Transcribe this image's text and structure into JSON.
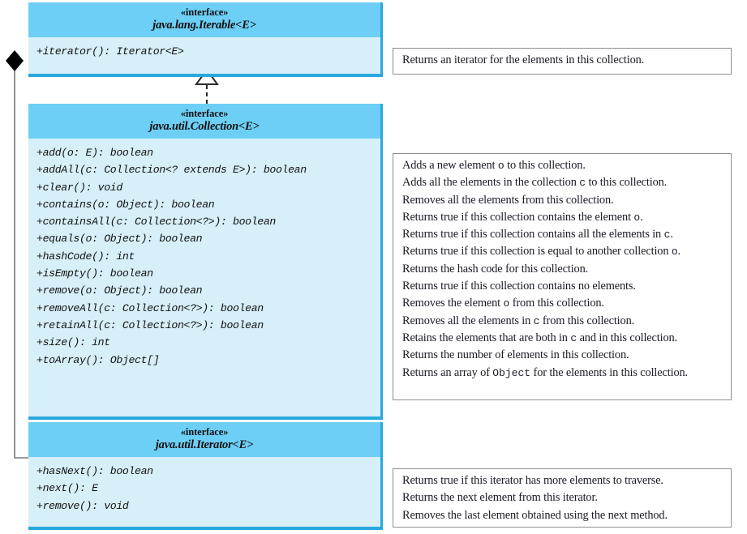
{
  "diagram": {
    "title": "Java Collection Framework UML",
    "colors": {
      "header_fill": "#6DCFF6",
      "body_fill": "#D6EFF9",
      "box_edge": "#29A8DD",
      "desc_border": "#8E8E8E",
      "connector": "#7A7A7A",
      "diamond": "#000000"
    }
  },
  "boxes": [
    {
      "id": "iterable",
      "stereotype": "«interface»",
      "classname": "java.lang.Iterable<E>",
      "members": [
        "+iterator(): Iterator<E>"
      ]
    },
    {
      "id": "collection",
      "stereotype": "«interface»",
      "classname": "java.util.Collection<E>",
      "members": [
        "+add(o: E): boolean",
        "+addAll(c: Collection<? extends E>): boolean",
        "+clear(): void",
        "+contains(o: Object): boolean",
        "+containsAll(c: Collection<?>): boolean",
        "+equals(o: Object): boolean",
        "+hashCode(): int",
        "+isEmpty(): boolean",
        "+remove(o: Object): boolean",
        "+removeAll(c: Collection<?>): boolean",
        "+retainAll(c: Collection<?>): boolean",
        "+size(): int",
        "+toArray(): Object[]"
      ]
    },
    {
      "id": "iterator",
      "stereotype": "«interface»",
      "classname": "java.util.Iterator<E>",
      "members": [
        "+hasNext(): boolean",
        "+next(): E",
        "+remove(): void"
      ]
    }
  ],
  "descriptions": [
    {
      "id": "iterable-desc",
      "lines": [
        [
          {
            "t": "Returns an iterator for the elements in this collection."
          }
        ]
      ]
    },
    {
      "id": "collection-desc",
      "lines": [
        [
          {
            "t": "Adds a new element "
          },
          {
            "t": "o",
            "code": true
          },
          {
            "t": " to this collection."
          }
        ],
        [
          {
            "t": "Adds all the elements in the collection "
          },
          {
            "t": "c",
            "code": true
          },
          {
            "t": " to this collection."
          }
        ],
        [
          {
            "t": "Removes all the elements from this collection."
          }
        ],
        [
          {
            "t": "Returns true if this collection contains the element "
          },
          {
            "t": "o",
            "code": true
          },
          {
            "t": "."
          }
        ],
        [
          {
            "t": "Returns true if this collection contains all the elements in "
          },
          {
            "t": "c",
            "code": true
          },
          {
            "t": "."
          }
        ],
        [
          {
            "t": "Returns true if this collection is equal to another collection "
          },
          {
            "t": "o",
            "code": true
          },
          {
            "t": "."
          }
        ],
        [
          {
            "t": "Returns the hash code for this collection."
          }
        ],
        [
          {
            "t": "Returns true if this collection contains no elements."
          }
        ],
        [
          {
            "t": "Removes the element "
          },
          {
            "t": "o",
            "code": true
          },
          {
            "t": " from this collection."
          }
        ],
        [
          {
            "t": "Removes all the elements in "
          },
          {
            "t": "c",
            "code": true
          },
          {
            "t": " from this collection."
          }
        ],
        [
          {
            "t": "Retains the elements that are both in "
          },
          {
            "t": "c",
            "code": true
          },
          {
            "t": " and in this collection."
          }
        ],
        [
          {
            "t": "Returns the number of elements in this collection."
          }
        ],
        [
          {
            "t": "Returns an array of "
          },
          {
            "t": "Object",
            "code": true
          },
          {
            "t": " for the elements in this collection."
          }
        ]
      ]
    },
    {
      "id": "iterator-desc",
      "lines": [
        [
          {
            "t": "Returns true if this iterator has more elements to traverse."
          }
        ],
        [
          {
            "t": "Returns the next element from this iterator."
          }
        ],
        [
          {
            "t": "Removes the last element obtained using the next method."
          }
        ]
      ]
    }
  ],
  "relationships": [
    {
      "id": "composition",
      "kind": "composition-diamond",
      "from": "iterable",
      "to": "iterator"
    },
    {
      "id": "realization",
      "kind": "generalization-hollow-triangle-dashed",
      "from": "collection",
      "to": "iterable"
    }
  ]
}
